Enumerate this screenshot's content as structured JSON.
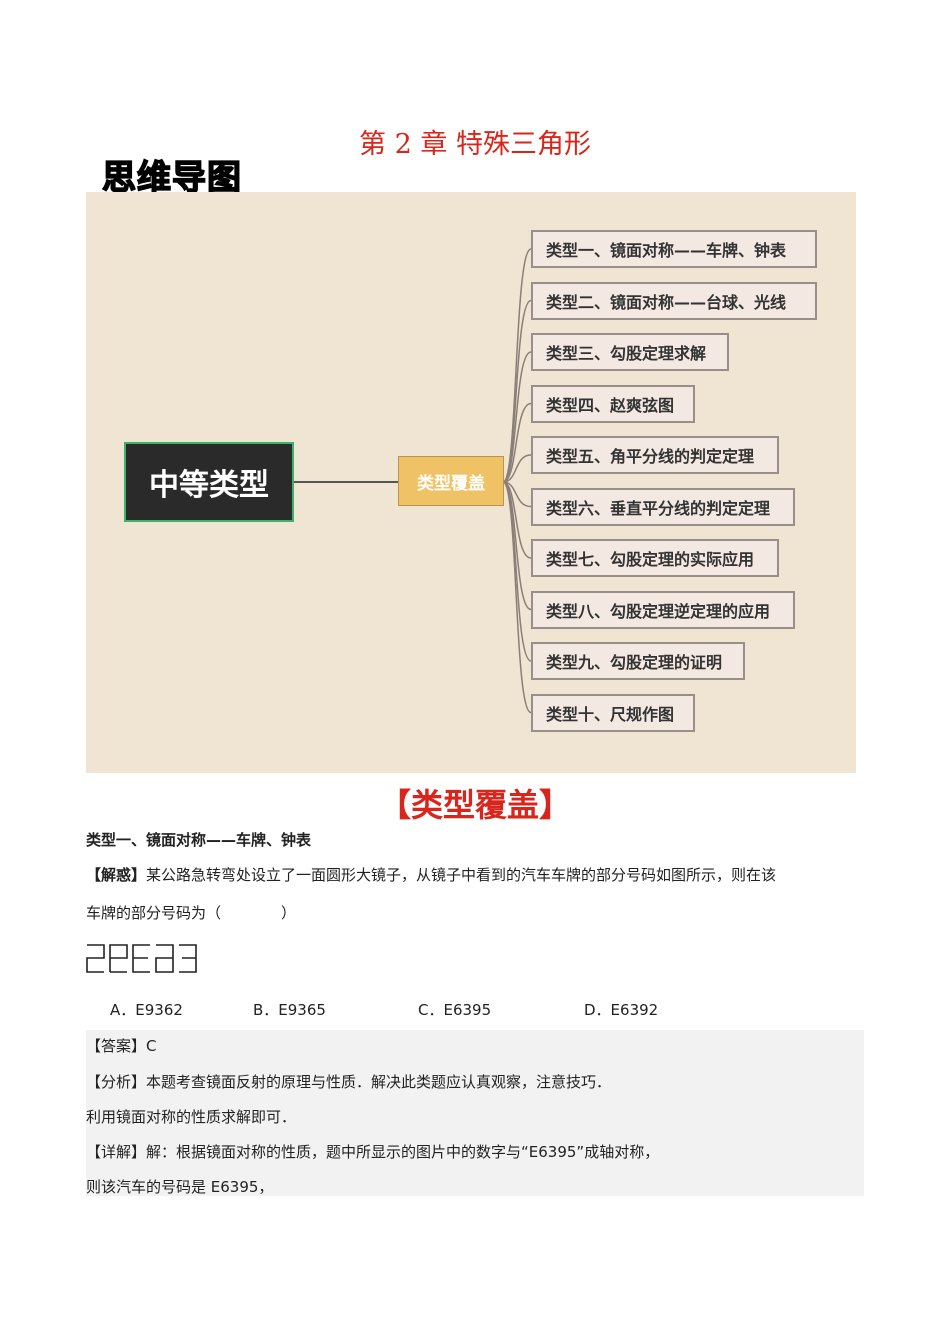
{
  "title": "第 2 章  特殊三角形",
  "mindmap_label": "思维导图",
  "mindmap": {
    "root": "中等类型",
    "branch": "类型覆盖",
    "leaves": [
      "类型一、镜面对称——车牌、钟表",
      "类型二、镜面对称——台球、光线",
      "类型三、勾股定理求解",
      "类型四、赵爽弦图",
      "类型五、角平分线的判定定理",
      "类型六、垂直平分线的判定定理",
      "类型七、勾股定理的实际应用",
      "类型八、勾股定理逆定理的应用",
      "类型九、勾股定理的证明",
      "类型十、尺规作图"
    ],
    "colors": {
      "background": "#f0e4d2",
      "root": "#2a2a2a",
      "root_border": "#3bb36a",
      "branch": "#efc266"
    }
  },
  "section_title": "【类型覆盖】",
  "type1_heading": "类型一、镜面对称——车牌、钟表",
  "question": {
    "tag": "【解惑】",
    "text": "某公路急转弯处设立了一面圆形大镜子，从镜子中看到的汽车车牌的部分号码如图所示，则在该",
    "text2": "车牌的部分号码为（　　　　）",
    "options": [
      "A．E9362",
      "B．E9365",
      "C．E6395",
      "D．E6392"
    ]
  },
  "answer": {
    "line1": "【答案】C",
    "line2": "【分析】本题考查镜面反射的原理与性质．解决此类题应认真观察，注意技巧．",
    "line3": "利用镜面对称的性质求解即可．",
    "line4": "【详解】解：根据镜面对称的性质，题中所显示的图片中的数字与“E6395”成轴对称，",
    "line5": "则该汽车的号码是 E6395，"
  }
}
